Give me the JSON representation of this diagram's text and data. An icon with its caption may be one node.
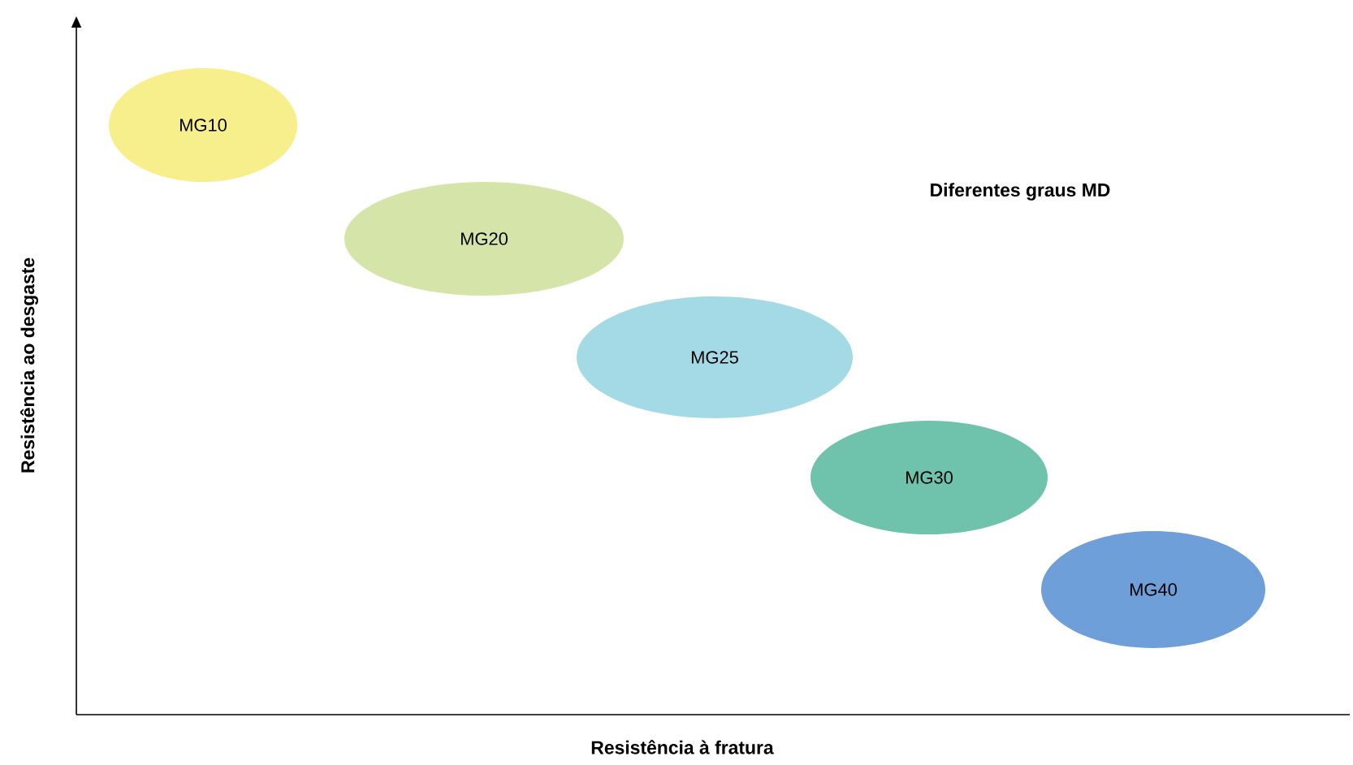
{
  "diagram": {
    "nodes": [
      {
        "text": [
          "MG10"
        ]
      },
      {
        "text": [
          "MG20"
        ]
      },
      {
        "text": [
          "MG25"
        ]
      },
      {
        "text": [
          "MG30"
        ]
      },
      {
        "text": [
          "MG40"
        ]
      }
    ],
    "labels": [
      "Diferentes graus MD",
      "Resistência ao desgaste",
      "Resistência à fratura"
    ]
  }
}
